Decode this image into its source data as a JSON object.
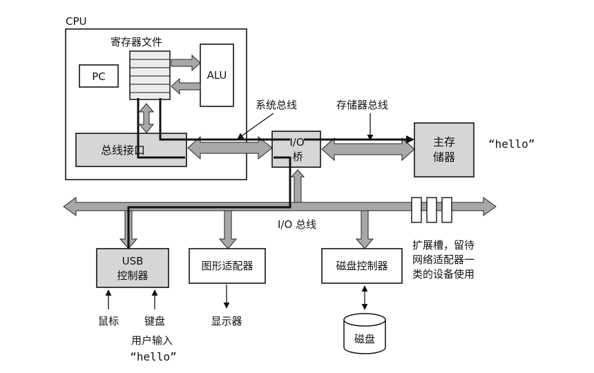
{
  "labels": {
    "cpu": "CPU",
    "register_file": "寄存器文件",
    "pc": "PC",
    "alu": "ALU",
    "bus_interface": "总线接口",
    "system_bus": "系统总线",
    "memory_bus": "存储器总线",
    "io_bridge_line1": "I/O",
    "io_bridge_line2": "桥",
    "main_memory_line1": "主存",
    "main_memory_line2": "储器",
    "hello_memory": "“hello”",
    "io_bus": "I/O 总线",
    "usb_line1": "USB",
    "usb_line2": "控制器",
    "graphics_adapter": "图形适配器",
    "disk_controller": "磁盘控制器",
    "expansion_line1": "扩展槽，留待",
    "expansion_line2": "网络适配器一",
    "expansion_line3": "类的设备使用",
    "mouse": "鼠标",
    "keyboard": "键盘",
    "display": "显示器",
    "disk": "磁盘",
    "user_input_line1": "用户输入",
    "user_input_line2": "“hello”"
  },
  "colors": {
    "bus_fill": "#a8a8a8",
    "component_fill": "#d6d6d6",
    "line": "#111111"
  }
}
